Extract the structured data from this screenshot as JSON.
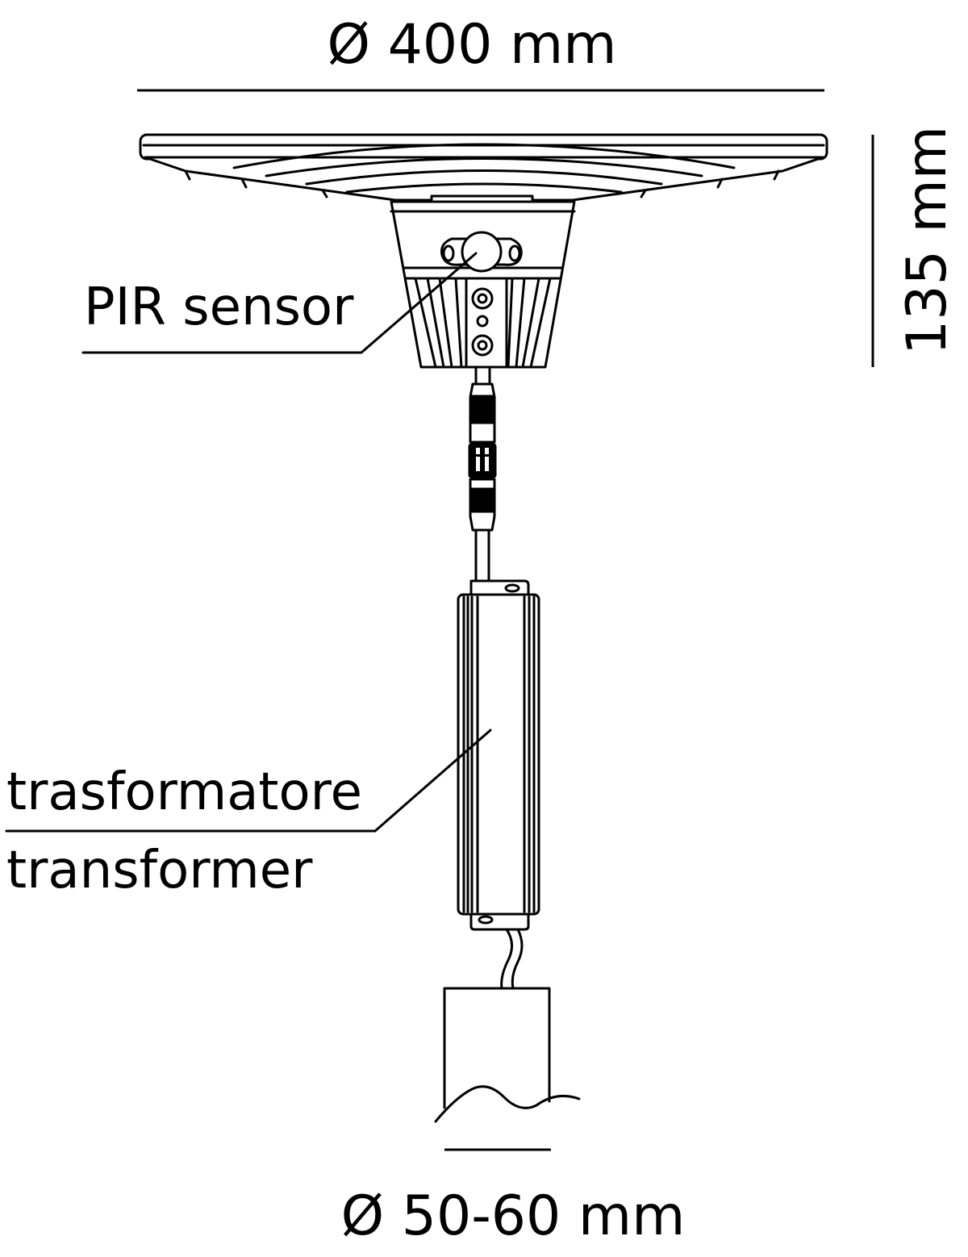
{
  "dimensions": {
    "diameter_top": "Ø 400 mm",
    "height": "135 mm",
    "diameter_pole": "Ø 50-60 mm"
  },
  "labels": {
    "pir_sensor": "PIR sensor",
    "transformer_it": "trasformatore",
    "transformer_en": "transformer"
  }
}
